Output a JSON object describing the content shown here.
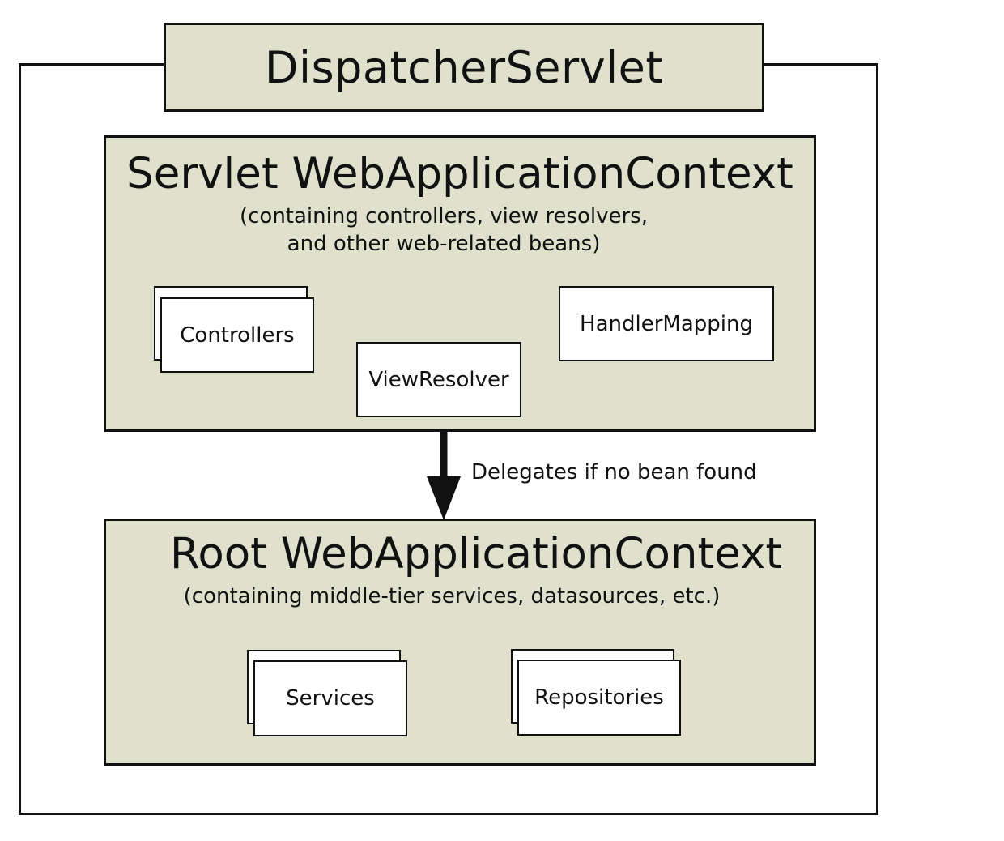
{
  "dispatcher": {
    "title": "DispatcherServlet"
  },
  "servlet_context": {
    "title": "Servlet WebApplicationContext",
    "subtitle_line1": "(containing controllers, view resolvers,",
    "subtitle_line2": "and other web-related beans)",
    "beans": {
      "controllers": "Controllers",
      "view_resolver": "ViewResolver",
      "handler_mapping": "HandlerMapping"
    }
  },
  "delegation": {
    "label": "Delegates if no bean found"
  },
  "root_context": {
    "title": "Root WebApplicationContext",
    "subtitle": "(containing middle-tier services, datasources, etc.)",
    "beans": {
      "services": "Services",
      "repositories": "Repositories"
    }
  },
  "colors": {
    "box_fill": "#dfe1cd",
    "stroke": "#111111",
    "bean_fill": "#ffffff"
  }
}
